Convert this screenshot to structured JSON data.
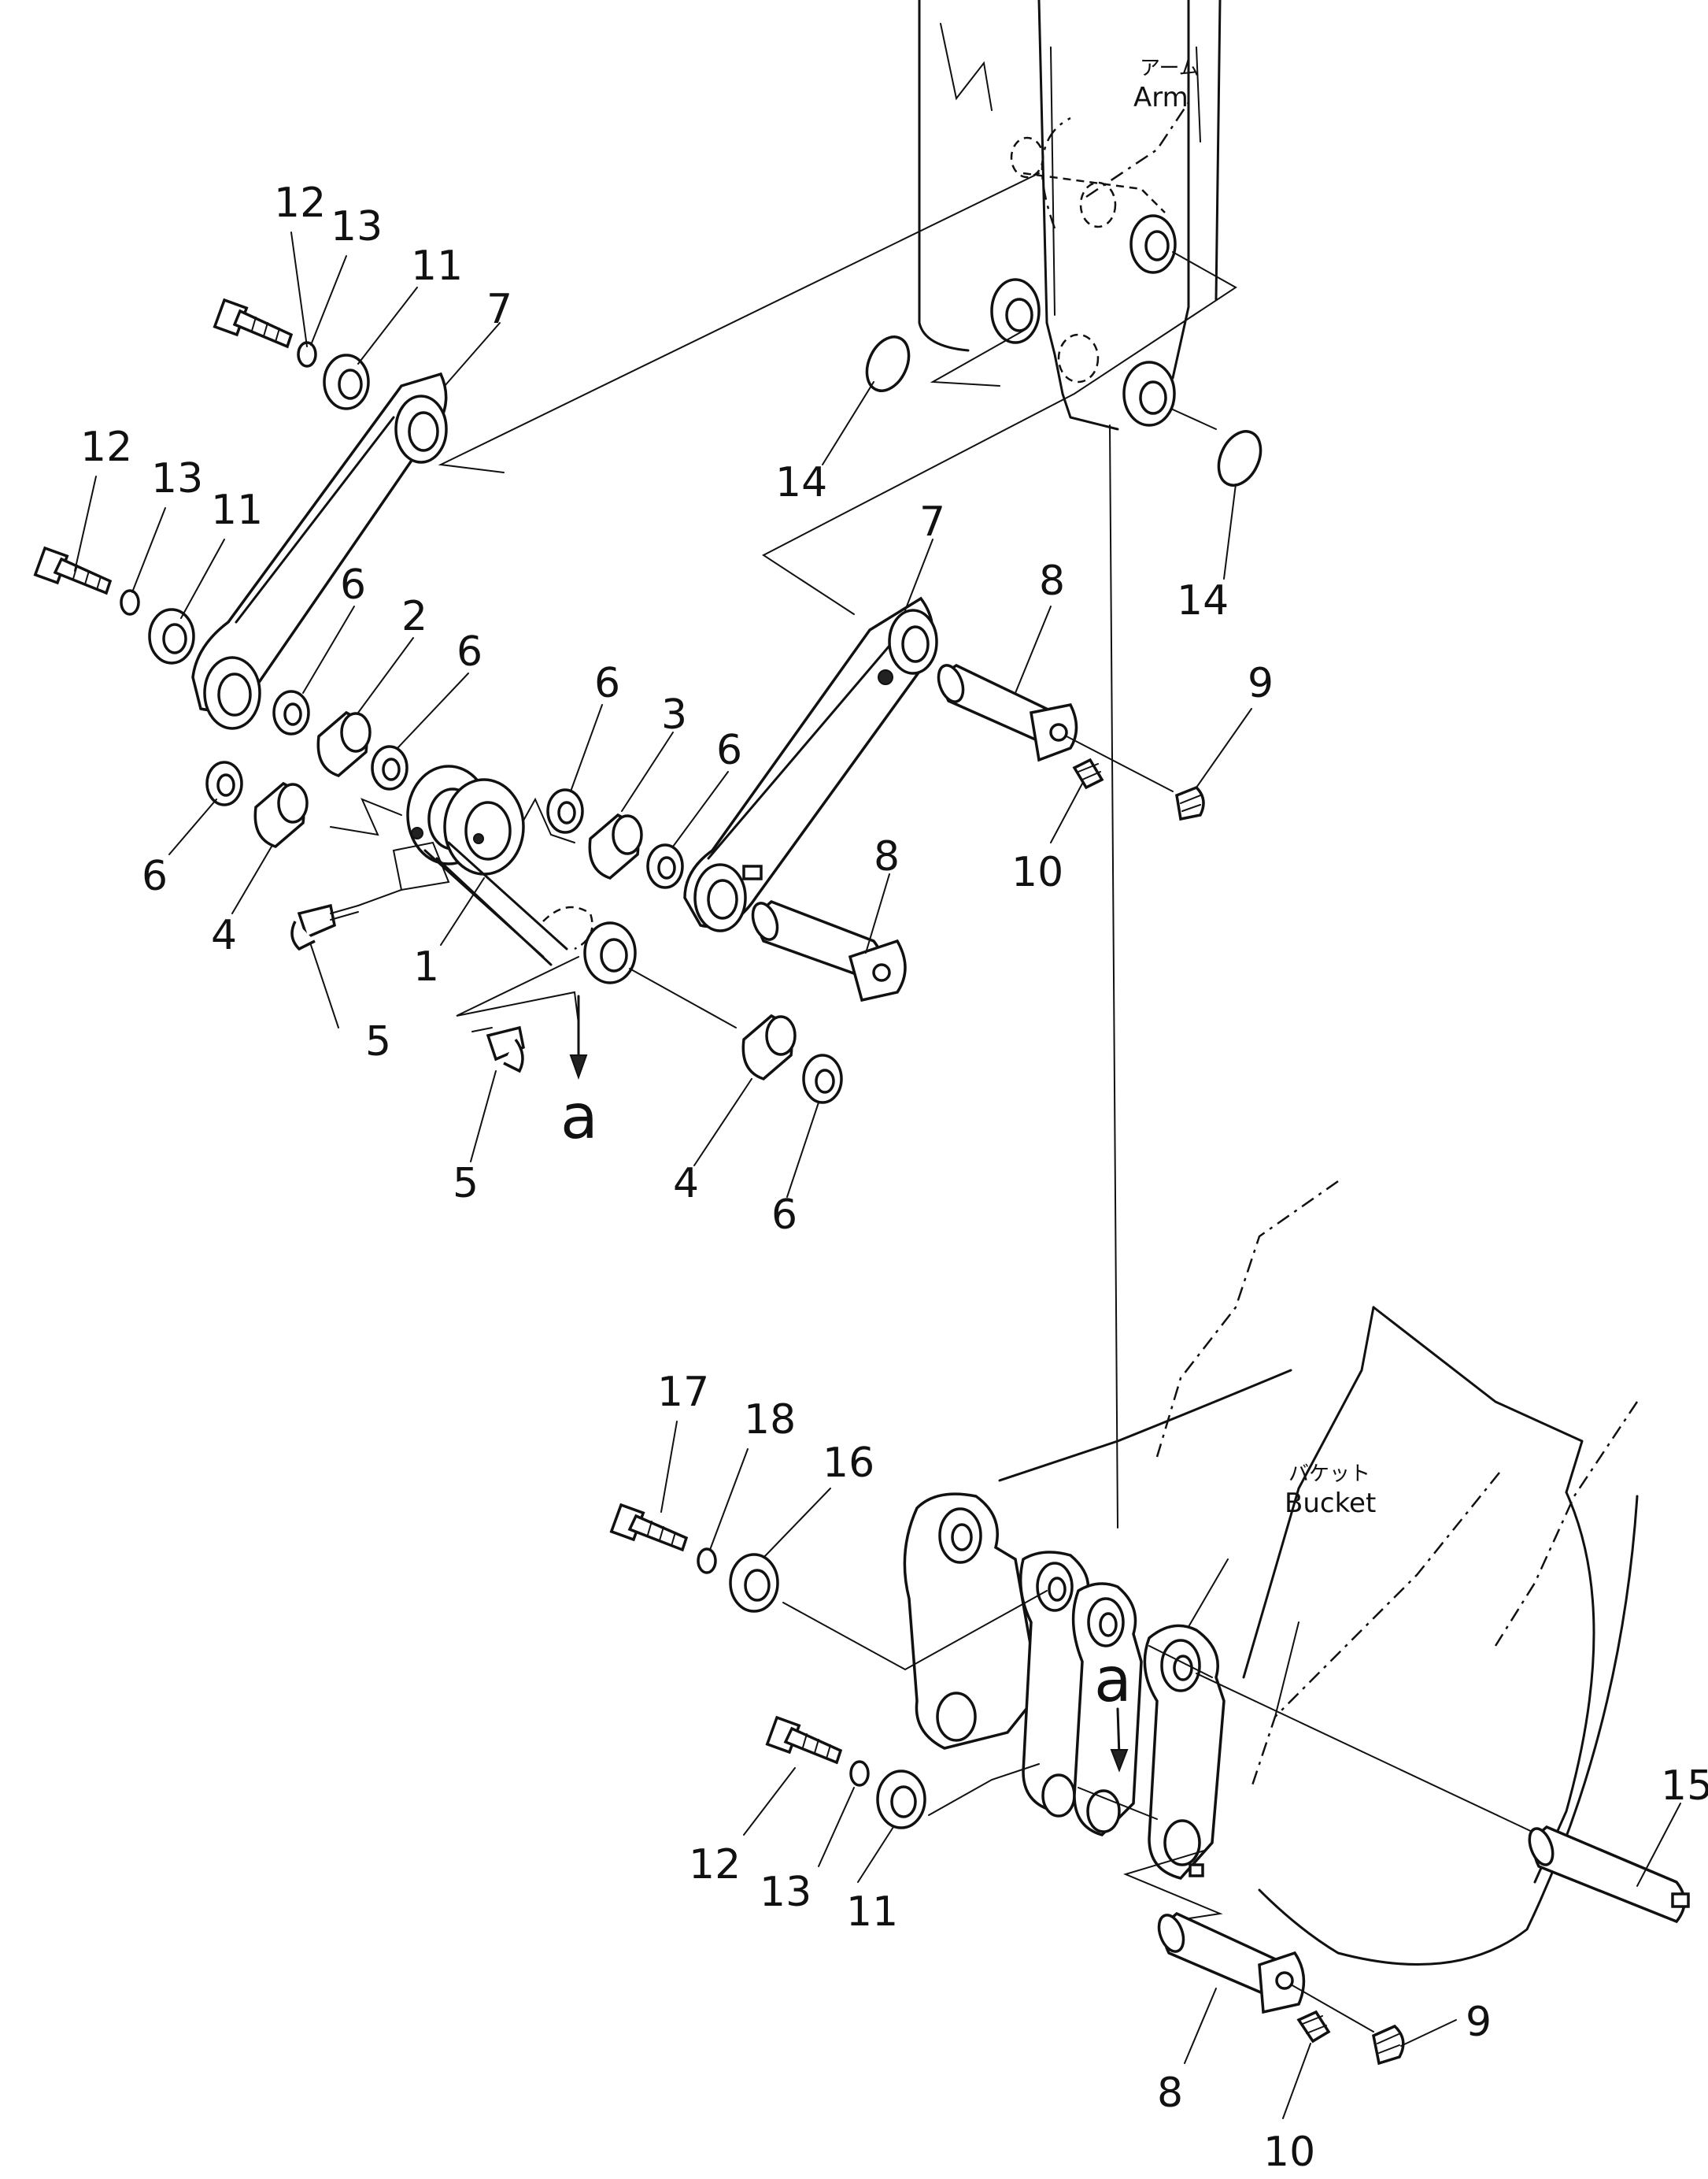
{
  "labels": {
    "arm_jp": "アーム",
    "arm_en": "Arm",
    "bucket_jp": "バケット",
    "bucket_en": "Bucket",
    "view_a": "a"
  },
  "callouts": [
    "1",
    "2",
    "3",
    "4",
    "5",
    "6",
    "7",
    "8",
    "9",
    "10",
    "11",
    "12",
    "13",
    "14",
    "15",
    "16",
    "17",
    "18"
  ]
}
